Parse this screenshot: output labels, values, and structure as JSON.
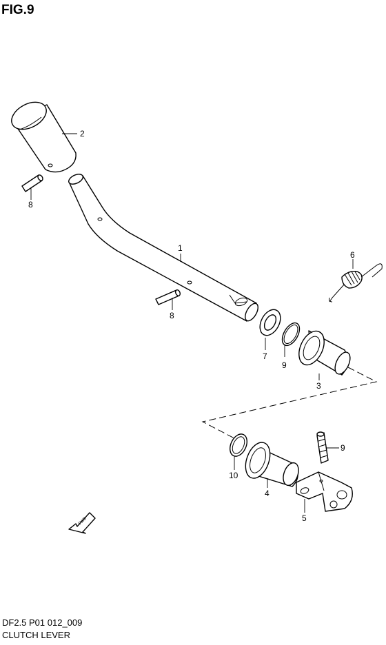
{
  "figure": {
    "title": "FIG.9",
    "code": "DF2.5 P01 012_009",
    "name": "CLUTCH LEVER",
    "direction_label": "FWD"
  },
  "callouts": [
    {
      "id": "callout-1",
      "label": "1"
    },
    {
      "id": "callout-2",
      "label": "2"
    },
    {
      "id": "callout-8a",
      "label": "8"
    },
    {
      "id": "callout-8b",
      "label": "8"
    },
    {
      "id": "callout-6",
      "label": "6"
    },
    {
      "id": "callout-7",
      "label": "7"
    },
    {
      "id": "callout-9a",
      "label": "9"
    },
    {
      "id": "callout-3",
      "label": "3"
    },
    {
      "id": "callout-9b",
      "label": "9"
    },
    {
      "id": "callout-10",
      "label": "10"
    },
    {
      "id": "callout-4",
      "label": "4"
    },
    {
      "id": "callout-5",
      "label": "5"
    }
  ]
}
